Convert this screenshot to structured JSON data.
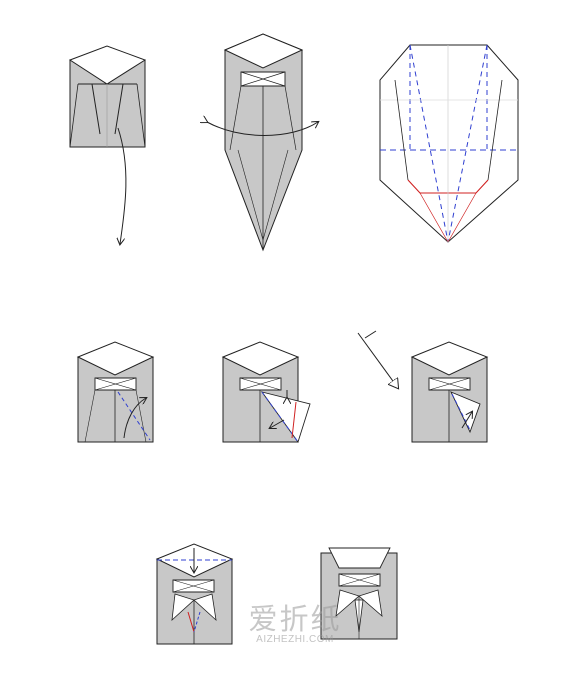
{
  "diagram": {
    "steps": [
      {
        "id": "step-1",
        "action": "fold-down-arrow"
      },
      {
        "id": "step-2",
        "action": "turn-over-arrow"
      },
      {
        "id": "step-3",
        "action": "crease-pattern",
        "legend_colors": {
          "valley": "#2f3fd0",
          "mountain": "#d02020"
        }
      },
      {
        "id": "step-4",
        "action": "fold-up-arrow"
      },
      {
        "id": "step-5",
        "action": "squash-fold"
      },
      {
        "id": "step-6",
        "action": "repeat-behind-arrow"
      },
      {
        "id": "step-7",
        "action": "fold-down-tip"
      },
      {
        "id": "step-8",
        "action": "finished"
      }
    ],
    "colors": {
      "paper_gray": "#c8c8c8",
      "paper_white": "#ffffff",
      "line": "#222222",
      "valley": "#2f3fd0",
      "mountain": "#d02020"
    }
  },
  "watermark": {
    "cn": "爱折纸",
    "en": "AIZHEZHI.COM"
  }
}
